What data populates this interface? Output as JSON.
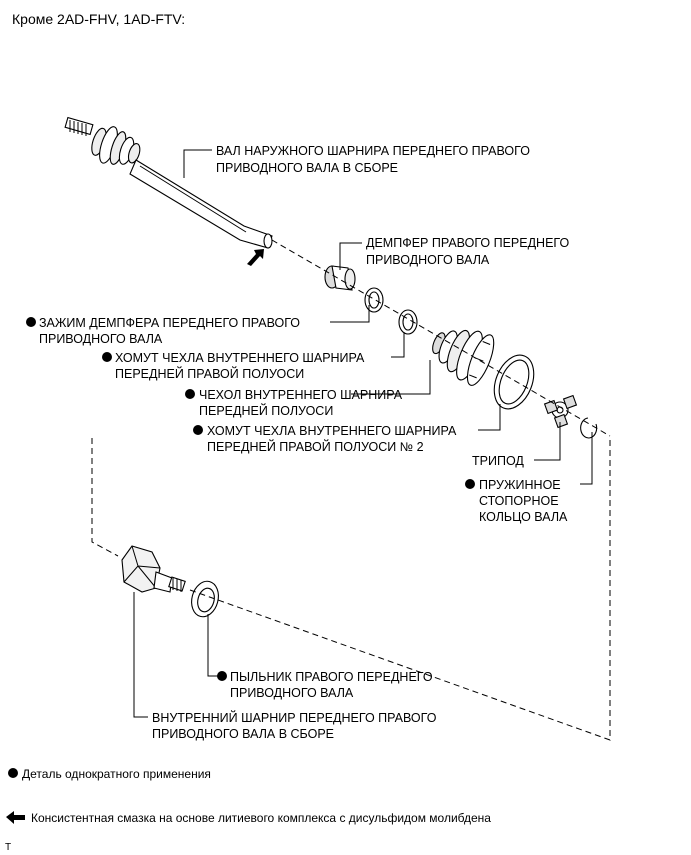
{
  "header": {
    "title": "Кроме 2AD-FHV, 1AD-FTV:"
  },
  "parts": {
    "outer_shaft": {
      "line1": "ВАЛ НАРУЖНОГО ШАРНИРА ПЕРЕДНЕГО ПРАВОГО",
      "line2": "ПРИВОДНОГО ВАЛА В СБОРЕ"
    },
    "damper": {
      "line1": "ДЕМПФЕР ПРАВОГО ПЕРЕДНЕГО",
      "line2": "ПРИВОДНОГО ВАЛА"
    },
    "damper_clamp": {
      "line1": "ЗАЖИМ ДЕМПФЕРА ПЕРЕДНЕГО ПРАВОГО",
      "line2": "ПРИВОДНОГО ВАЛА"
    },
    "boot_clamp": {
      "line1": "ХОМУТ ЧЕХЛА ВНУТРЕННЕГО ШАРНИРА",
      "line2": "ПЕРЕДНЕЙ ПРАВОЙ ПОЛУОСИ"
    },
    "boot": {
      "line1": "ЧЕХОЛ ВНУТРЕННЕГО ШАРНИРА",
      "line2": "ПЕРЕДНЕЙ ПОЛУОСИ"
    },
    "boot_clamp_2": {
      "line1": "ХОМУТ ЧЕХЛА ВНУТРЕННЕГО ШАРНИРА",
      "line2": "ПЕРЕДНЕЙ ПРАВОЙ ПОЛУОСИ № 2"
    },
    "tripod": {
      "line1": "ТРИПОД"
    },
    "snap_ring": {
      "line1": "ПРУЖИННОЕ",
      "line2": "СТОПОРНОЕ",
      "line3": "КОЛЬЦО ВАЛА"
    },
    "dust_cover": {
      "line1": "ПЫЛЬНИК ПРАВОГО ПЕРЕДНЕГО",
      "line2": "ПРИВОДНОГО ВАЛА"
    },
    "inner_joint": {
      "line1": "ВНУТРЕННИЙ ШАРНИР ПЕРЕДНЕГО ПРАВОГО",
      "line2": "ПРИВОДНОГО ВАЛА В СБОРЕ"
    }
  },
  "legend": {
    "non_reusable": "Деталь однократного применения",
    "grease": "Консистентная смазка на основе литиевого комплекса с дисульфидом молибдена"
  },
  "footer": {
    "mark": "T"
  }
}
